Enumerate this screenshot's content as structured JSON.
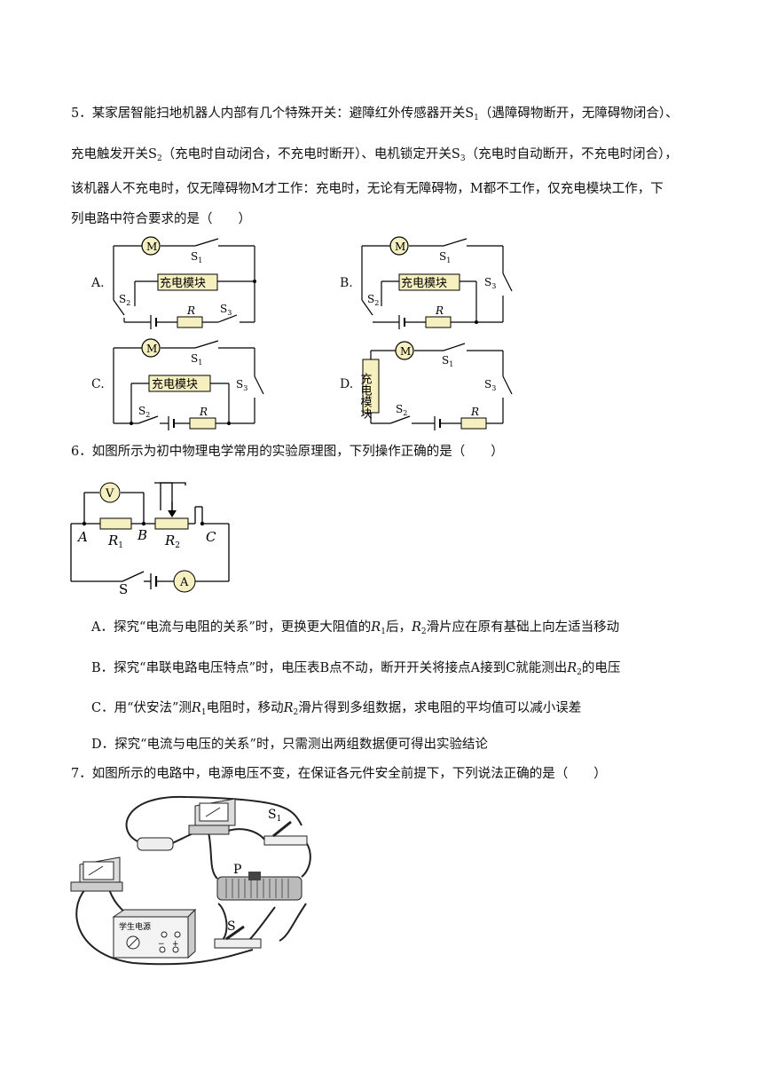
{
  "q5": {
    "line1": "5．某家居智能扫地机器人内部有几个特殊开关：避障红外传感器开关S",
    "line1_sub": "1",
    "line1_tail": "（遇障碍物断开，无障碍物闭合）、",
    "line2_a": "充电触发开关S",
    "line2_sub1": "2",
    "line2_b": "（充电时自动闭合，不充电时断开）、电机锁定开关S",
    "line2_sub2": "3",
    "line2_c": "（充电时自动断开，不充电时闭合），",
    "line3": "该机器人不充电时，仅无障碍物M才工作：充电时，无论有无障碍物，M都不工作，仅充电模块工作，下",
    "line4": "列电路中符合要求的是（　　）",
    "options": [
      "A.",
      "B.",
      "C.",
      "D."
    ],
    "motor": "M",
    "module": "充电模块",
    "resistor": "R",
    "s": "S",
    "s1": "1",
    "s2": "2",
    "s3": "3"
  },
  "q6": {
    "stem": "6．如图所示为初中物理电学常用的实验原理图，下列操作正确的是（　　）",
    "fig": {
      "v": "V",
      "a": "A",
      "nodeA": "A",
      "nodeB": "B",
      "nodeC": "C",
      "r": "R",
      "r1": "1",
      "r2": "2",
      "s": "S"
    },
    "optA": {
      "a": "A．探究“电流与电阻的关系”时，更换更大阻值的",
      "r1": "R",
      "r1sub": "1",
      "b": "后，",
      "r2": "R",
      "r2sub": "2",
      "c": "滑片应在原有基础上向左适当移动"
    },
    "optB": {
      "a": "B．探究“串联电路电压特点”时，电压表B点不动，断开开关将接点A接到C就能测出",
      "r": "R",
      "rsub": "2",
      "b": "的电压"
    },
    "optC": {
      "a": "C．用“伏安法”测",
      "r1": "R",
      "r1sub": "1",
      "b": "电阻时，移动",
      "r2": "R",
      "r2sub": "2",
      "c": "滑片得到多组数据，求电阻的平均值可以减小误差"
    },
    "optD": "D．探究“电流与电压的关系”时，只需测出两组数据便可得出实验结论"
  },
  "q7": {
    "stem": "7．如图所示的电路中，电源电压不变，在保证各元件安全前提下，下列说法正确的是（　　）",
    "fig": {
      "s1": "S",
      "s1sub": "1",
      "p": "P",
      "s": "S",
      "supply": "学生电源",
      "minus": "−",
      "plus": "+"
    }
  }
}
